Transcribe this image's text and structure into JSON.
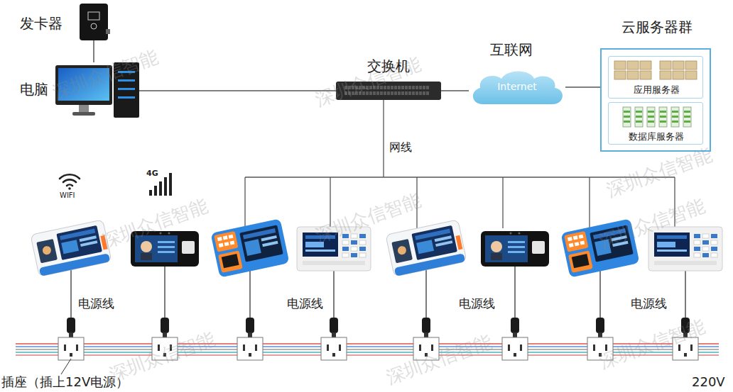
{
  "diagram": {
    "nodes": [
      {
        "text": [
          "发卡器"
        ]
      },
      {
        "text": [
          "电脑"
        ]
      },
      {
        "text": [
          "交换机"
        ]
      },
      {
        "text": [
          "互联网",
          "Internet"
        ]
      },
      {
        "text": [
          "云服务器群"
        ]
      },
      {
        "text": [
          "应用服务器"
        ],
        "in": 4
      },
      {
        "text": [
          "数据库服务器"
        ],
        "in": 4
      }
    ],
    "edges": [
      {
        "from": 0,
        "to": 1,
        "arrow": "none"
      },
      {
        "from": 1,
        "to": 2,
        "arrow": "none"
      },
      {
        "from": 2,
        "to": 3,
        "arrow": "none"
      },
      {
        "from": 3,
        "to": 4,
        "arrow": "none"
      }
    ],
    "labels": [
      "网线",
      "WIFI",
      "4G",
      "电源线",
      "电源线",
      "电源线",
      "电源线",
      "插座（插上12V电源）",
      "220V",
      "深圳众信智能",
      "深圳众信智能",
      "深圳众信智能",
      "深圳众信智能",
      "深圳众信智能",
      "深圳众信智能",
      "深圳众信智能",
      "深圳众信智能",
      "深圳众信智能"
    ]
  }
}
